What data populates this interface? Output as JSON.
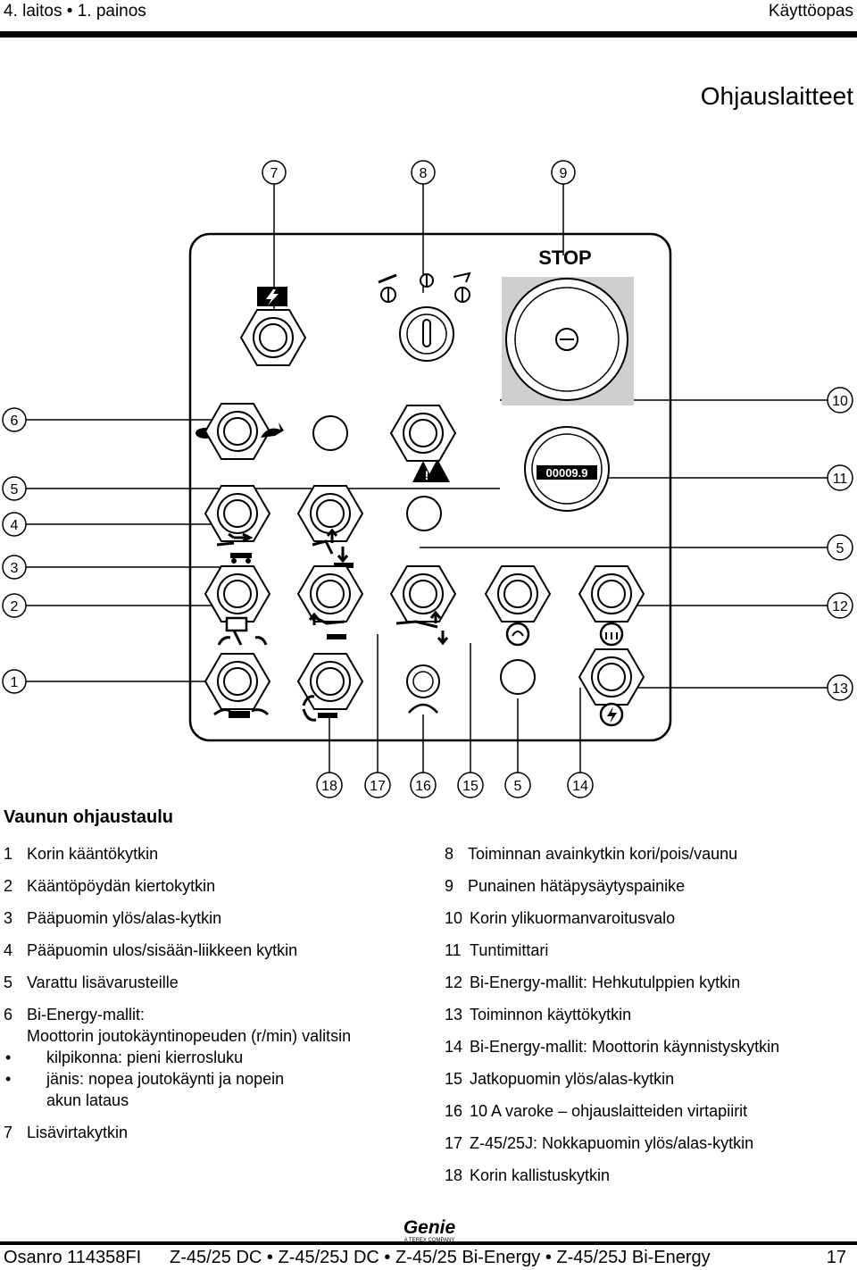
{
  "header": {
    "left": "4. laitos • 1. painos",
    "right": "Käyttöopas",
    "section_title": "Ohjauslaitteet"
  },
  "diagram": {
    "stop_label": "STOP",
    "hour_meter_value": "00009.9",
    "callouts_top": [
      "7",
      "8",
      "9"
    ],
    "callouts_left": [
      "6",
      "5",
      "4",
      "3",
      "2",
      "1"
    ],
    "callouts_right": [
      "10",
      "11",
      "5",
      "12",
      "13"
    ],
    "callouts_bottom": [
      "18",
      "17",
      "16",
      "15",
      "5",
      "14"
    ]
  },
  "caption": "Vaunun ohjaustaulu",
  "legend_left": [
    {
      "num": "1",
      "text": "Korin kääntökytkin"
    },
    {
      "num": "2",
      "text": "Kääntöpöydän kiertokytkin"
    },
    {
      "num": "3",
      "text": "Pääpuomin ylös/alas-kytkin"
    },
    {
      "num": "4",
      "text": "Pääpuomin ulos/sisään-liikkeen kytkin"
    },
    {
      "num": "5",
      "text": "Varattu lisävarusteille"
    },
    {
      "num": "6",
      "text": "Bi-Energy-mallit:"
    },
    {
      "num": "7",
      "text": "Lisävirtakytkin"
    }
  ],
  "legend_item6_detail": {
    "line": "Moottorin joutokäyntinopeuden (r/min) valitsin",
    "bullet1": "kilpikonna: pieni kierrosluku",
    "bullet2_line1": "jänis: nopea joutokäynti ja nopein",
    "bullet2_line2": "akun lataus"
  },
  "legend_right": [
    {
      "num": "8",
      "text": "Toiminnan avainkytkin kori/pois/vaunu"
    },
    {
      "num": "9",
      "text": "Punainen hätäpysäytyspainike"
    },
    {
      "num": "10",
      "text": "Korin ylikuormanvaroitusvalo"
    },
    {
      "num": "11",
      "text": "Tuntimittari"
    },
    {
      "num": "12",
      "text": "Bi-Energy-mallit: Hehkutulppien kytkin"
    },
    {
      "num": "13",
      "text": "Toiminnon käyttökytkin"
    },
    {
      "num": "14",
      "text": "Bi-Energy-mallit: Moottorin käynnistyskytkin"
    },
    {
      "num": "15",
      "text": "Jatkopuomin ylös/alas-kytkin"
    },
    {
      "num": "16",
      "text": "10 A varoke – ohjauslaitteiden virtapiirit"
    },
    {
      "num": "17",
      "text": "Z-45/25J: Nokkapuomin ylös/alas-kytkin"
    },
    {
      "num": "18",
      "text": "Korin kallistuskytkin"
    }
  ],
  "footer": {
    "part_no": "Osanro  114358FI",
    "models": "Z-45/25 DC • Z-45/25J DC • Z-45/25 Bi-Energy • Z-45/25J Bi-Energy",
    "page": "17",
    "logo_text": "Genie",
    "logo_sub": "A TEREX COMPANY"
  },
  "colors": {
    "ink": "#000000",
    "panel_gray": "#cfcfcf",
    "paper": "#ffffff"
  }
}
